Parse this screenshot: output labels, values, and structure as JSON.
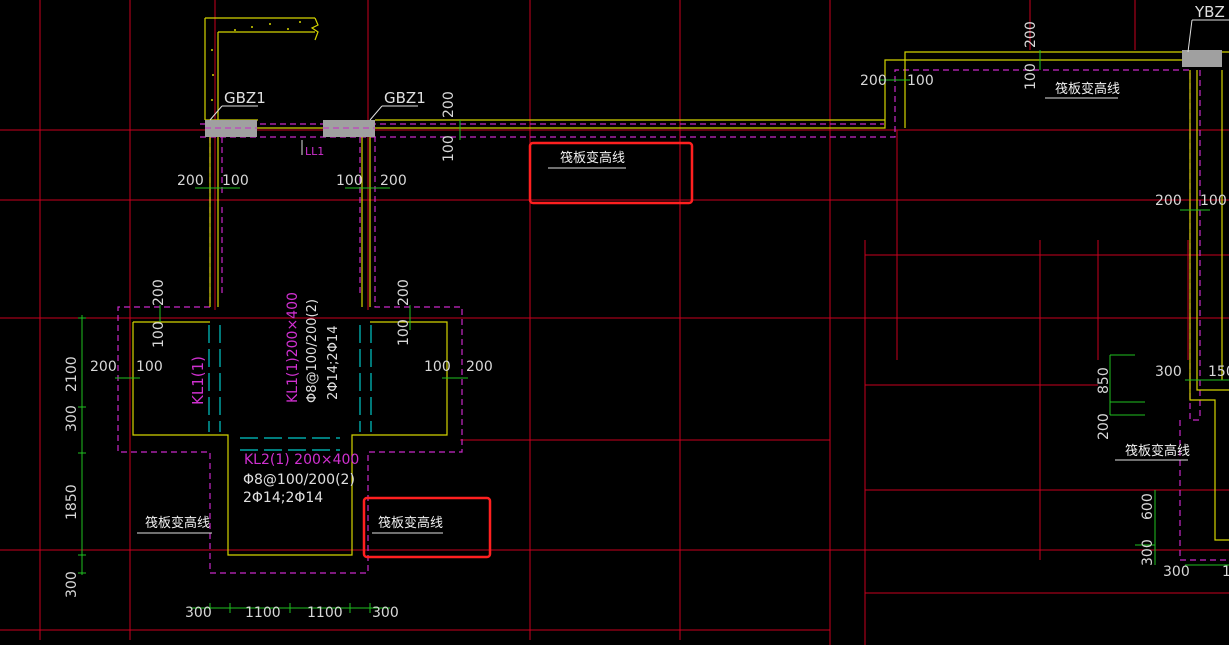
{
  "colors": {
    "background": "#000000",
    "axis_red": "#c8001e",
    "wall_yellow": "#d4d400",
    "beam_magenta": "#c828c8",
    "rebar_cyan": "#00c8c8",
    "dim_green": "#20c020",
    "text_white": "#e0e0e0",
    "highlight_red": "#ff2020",
    "column_gray": "#a0a0a0"
  },
  "labels": {
    "gbz1_left": "GBZ1",
    "gbz1_right": "GBZ1",
    "ybz": "YBZ",
    "ll1": "LL1",
    "kl1_vertical": "KL1(1)",
    "kl1_200x400": "KL1(1)200×400",
    "kl1_stirrup": "Φ8@100/200(2)",
    "kl1_rebar": "2Φ14;2Φ14",
    "kl2_title": "KL2(1) 200×400",
    "kl2_stirrup": "Φ8@100/200(2)",
    "kl2_rebar": "2Φ14;2Φ14",
    "raft_change_1": "筏板变高线",
    "raft_change_2": "筏板变高线",
    "raft_change_3": "筏板变高线",
    "raft_change_4": "筏板变高线",
    "raft_change_5": "筏板变高线"
  },
  "dims": {
    "d200_a": "200",
    "d100_a": "100",
    "d100_b": "100",
    "d200_b": "200",
    "d200_c": "200",
    "d100_c": "100",
    "d200_top": "200",
    "d100_top": "100",
    "d200_v1": "200",
    "d100_v1": "100",
    "d200_v2": "200",
    "d100_v2": "100",
    "d200_l": "200",
    "d100_l": "100",
    "d100_r": "100",
    "d200_r": "200",
    "d200_far": "200",
    "d100_far": "100",
    "d300_far": "300",
    "d150_far": "150",
    "d850": "850",
    "d200_farv": "200",
    "d600": "600",
    "d300_farv": "300",
    "d300_farb": "300",
    "d1_farb": "1",
    "d2100": "2100",
    "d300_l1": "300",
    "d1850": "1850",
    "d300_l2": "300",
    "d300_b1": "300",
    "d1100_b1": "1100",
    "d1100_b2": "1100",
    "d300_b2": "300"
  }
}
